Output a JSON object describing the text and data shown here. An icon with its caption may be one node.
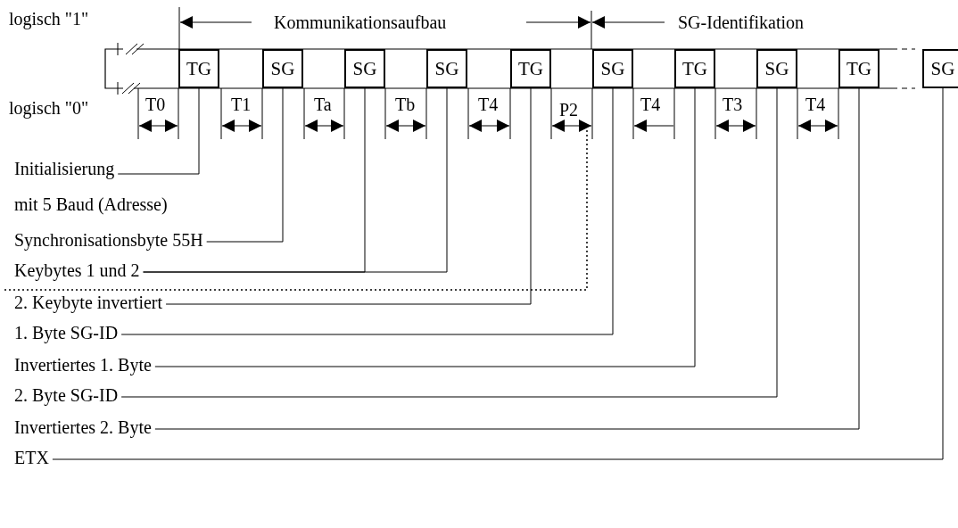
{
  "diagram": {
    "nodes": [
      {
        "text": [
          "TG"
        ]
      },
      {
        "text": [
          "SG"
        ]
      },
      {
        "text": [
          "SG"
        ]
      },
      {
        "text": [
          "SG"
        ]
      },
      {
        "text": [
          "TG"
        ]
      },
      {
        "text": [
          "SG"
        ]
      },
      {
        "text": [
          "TG"
        ]
      },
      {
        "text": [
          "SG"
        ]
      },
      {
        "text": [
          "TG"
        ]
      },
      {
        "text": [
          "SG"
        ]
      },
      {
        "text": [
          "Initialisierung mit 5 Baud (Adresse)"
        ]
      },
      {
        "text": [
          "Synchronisationsbyte 55H"
        ]
      },
      {
        "text": [
          "Keybytes 1 und 2"
        ]
      },
      {
        "text": [
          "2. Keybyte invertiert"
        ]
      },
      {
        "text": [
          "1. Byte SG-ID"
        ]
      },
      {
        "text": [
          "Invertiertes 1. Byte"
        ]
      },
      {
        "text": [
          "2. Byte SG-ID"
        ]
      },
      {
        "text": [
          "Invertiertes 2. Byte"
        ]
      },
      {
        "text": [
          "ETX"
        ]
      }
    ],
    "edges": [
      {
        "from": 10,
        "to": 0,
        "arrow": "none"
      },
      {
        "from": 11,
        "to": 1,
        "arrow": "none"
      },
      {
        "from": 12,
        "to": 2,
        "arrow": "none"
      },
      {
        "from": 12,
        "to": 3,
        "arrow": "none"
      },
      {
        "from": 13,
        "to": 4,
        "arrow": "none"
      },
      {
        "from": 14,
        "to": 5,
        "arrow": "none"
      },
      {
        "from": 15,
        "to": 6,
        "arrow": "none"
      },
      {
        "from": 16,
        "to": 7,
        "arrow": "none"
      },
      {
        "from": 17,
        "to": 8,
        "arrow": "none"
      },
      {
        "from": 18,
        "to": 9,
        "arrow": "none"
      }
    ],
    "labels": [
      "logisch \"1\"",
      "Kommunikationsaufbau",
      "SG-Identifikation",
      "logisch \"0\"",
      "T0",
      "T1",
      "Ta",
      "Tb",
      "T4",
      "P2",
      "T4",
      "T3",
      "T4"
    ]
  }
}
